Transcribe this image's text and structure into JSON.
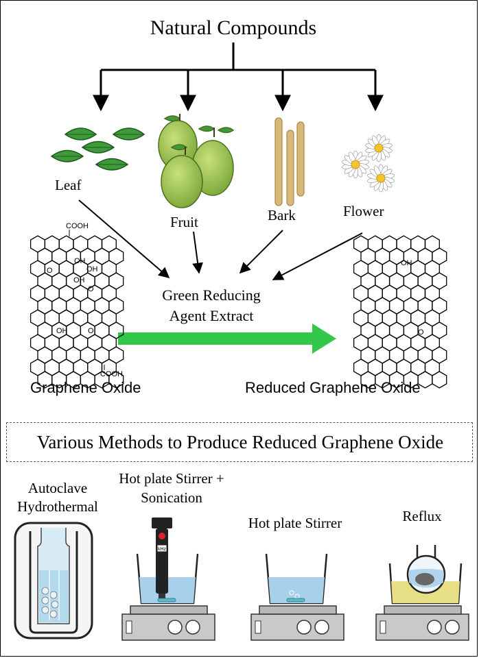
{
  "title": "Natural Compounds",
  "sources": [
    {
      "id": "leaf",
      "label": "Leaf"
    },
    {
      "id": "fruit",
      "label": "Fruit"
    },
    {
      "id": "bark",
      "label": "Bark"
    },
    {
      "id": "flower",
      "label": "Flower"
    }
  ],
  "agent": {
    "line1": "Green Reducing",
    "line2": "Agent Extract"
  },
  "graphene_oxide": {
    "label": "Graphene Oxide",
    "groups": [
      "COOH",
      "OH",
      "O",
      "OH",
      "OH",
      "O",
      "OH",
      "O",
      "COOH"
    ]
  },
  "reduced_graphene_oxide": {
    "label": "Reduced Graphene Oxide",
    "groups": [
      "OH",
      "O"
    ]
  },
  "methods_title": "Various Methods to Produce Reduced Graphene Oxide",
  "methods": [
    {
      "id": "autoclave",
      "line1": "Autoclave",
      "line2": "Hydrothermal"
    },
    {
      "id": "hotplate-sonication",
      "line1": "Hot plate Stirrer +",
      "line2": "Sonication",
      "device_label": "kHz"
    },
    {
      "id": "hotplate",
      "line1": "Hot plate Stirrer"
    },
    {
      "id": "reflux",
      "line1": "Reflux"
    }
  ],
  "colors": {
    "arrow_green": "#33c84a",
    "leaf_green": "#3f9a3a",
    "fruit_green": "#8dbb45",
    "bark_tan": "#d8b878",
    "flower_yellow": "#f4c430",
    "water_blue": "#b7d7ee",
    "reflux_oil": "#e6df85"
  }
}
